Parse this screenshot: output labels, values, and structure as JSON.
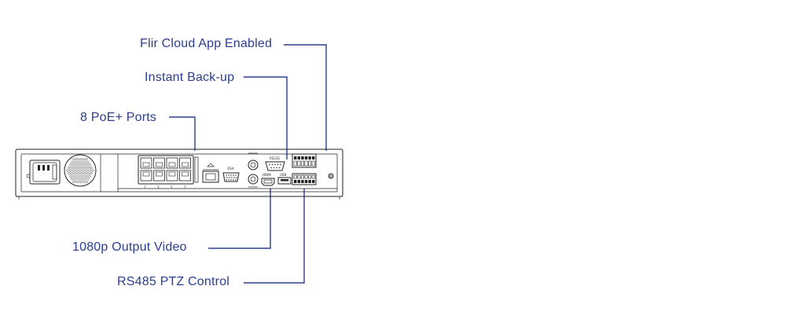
{
  "callouts": {
    "cloud_app": "Flir Cloud App Enabled",
    "backup": "Instant Back-up",
    "poe": "8 PoE+ Ports",
    "video": "1080p Output Video",
    "ptz": "RS485 PTZ Control"
  },
  "panel": {
    "vga_label": "VGA",
    "hdmi_label": "HDMI",
    "rs232_label": "RS232",
    "usb_label": "USB"
  },
  "colors": {
    "accent": "#2c3e8f",
    "outline": "#222222"
  }
}
